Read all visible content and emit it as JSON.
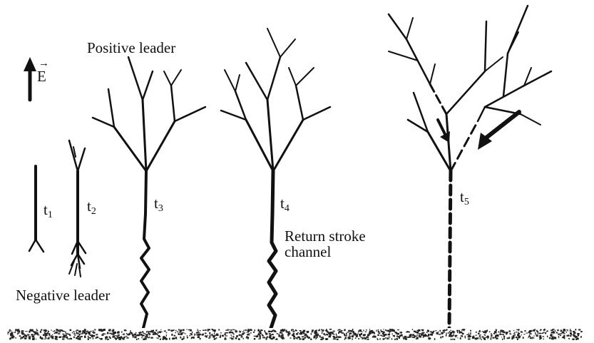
{
  "labels": {
    "positive_leader": "Positive leader",
    "negative_leader": "Negative leader",
    "field_symbol": "E",
    "field_arrow": "→",
    "return_stroke_line1": "Return stroke",
    "return_stroke_line2": "channel"
  },
  "time_labels": [
    {
      "letter": "t",
      "index": "1"
    },
    {
      "letter": "t",
      "index": "2"
    },
    {
      "letter": "t",
      "index": "3"
    },
    {
      "letter": "t",
      "index": "4"
    },
    {
      "letter": "t",
      "index": "5"
    }
  ],
  "colors": {
    "ink": "#111111",
    "ground": "#222222"
  }
}
